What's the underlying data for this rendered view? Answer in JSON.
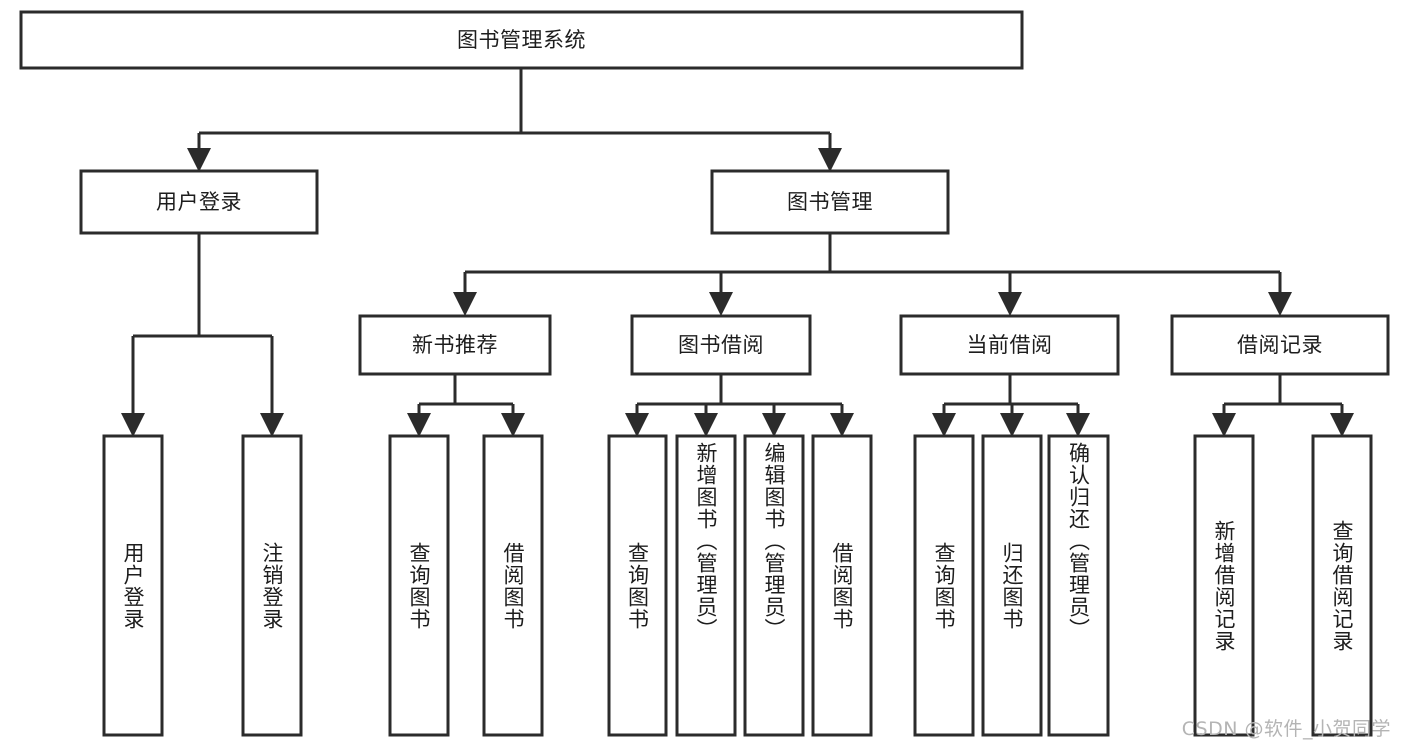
{
  "diagram": {
    "type": "tree-hierarchy",
    "title": "图书管理系统",
    "watermark": "CSDN @软件_小贺同学",
    "colors": {
      "stroke": "#2b2b2b",
      "fill": "#ffffff",
      "text": "#1d1d1d",
      "watermark": "#b4b4b4",
      "background": "#ffffff"
    },
    "nodes": {
      "root": {
        "label": "图书管理系统",
        "level": 0
      },
      "level1": [
        {
          "id": "user-login",
          "label": "用户登录"
        },
        {
          "id": "book-manage",
          "label": "图书管理"
        }
      ],
      "level2": [
        {
          "id": "new-book-recommend",
          "label": "新书推荐",
          "parent": "book-manage"
        },
        {
          "id": "book-borrow",
          "label": "图书借阅",
          "parent": "book-manage"
        },
        {
          "id": "current-borrow",
          "label": "当前借阅",
          "parent": "book-manage"
        },
        {
          "id": "borrow-record",
          "label": "借阅记录",
          "parent": "book-manage"
        }
      ],
      "leaves": [
        {
          "id": "leaf-user-login",
          "label": "用户登录",
          "parent": "user-login"
        },
        {
          "id": "leaf-logout",
          "label": "注销登录",
          "parent": "user-login"
        },
        {
          "id": "leaf-query-book-1",
          "label": "查询图书",
          "parent": "new-book-recommend"
        },
        {
          "id": "leaf-borrow-book-1",
          "label": "借阅图书",
          "parent": "new-book-recommend"
        },
        {
          "id": "leaf-query-book-2",
          "label": "查询图书",
          "parent": "book-borrow"
        },
        {
          "id": "leaf-add-book",
          "label": "新增图书（管理员）",
          "parent": "book-borrow"
        },
        {
          "id": "leaf-edit-book",
          "label": "编辑图书（管理员）",
          "parent": "book-borrow"
        },
        {
          "id": "leaf-borrow-book-2",
          "label": "借阅图书",
          "parent": "book-borrow"
        },
        {
          "id": "leaf-query-book-3",
          "label": "查询图书",
          "parent": "current-borrow"
        },
        {
          "id": "leaf-return-book",
          "label": "归还图书",
          "parent": "current-borrow"
        },
        {
          "id": "leaf-confirm-return",
          "label": "确认归还（管理员）",
          "parent": "current-borrow"
        },
        {
          "id": "leaf-add-record",
          "label": "新增借阅记录",
          "parent": "borrow-record"
        },
        {
          "id": "leaf-query-record",
          "label": "查询借阅记录",
          "parent": "borrow-record"
        }
      ]
    }
  }
}
